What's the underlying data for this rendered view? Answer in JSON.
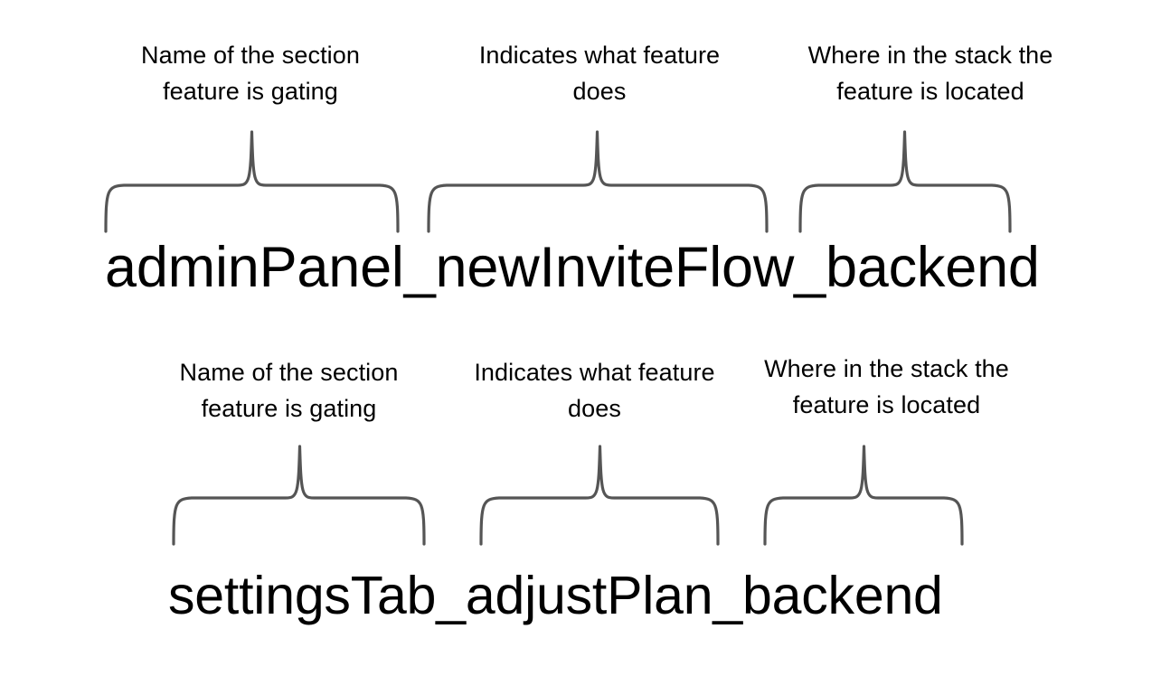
{
  "page": {
    "background_color": "#ffffff",
    "text_color": "#000000",
    "brace_color": "#555555"
  },
  "rows": [
    {
      "id": "row-1",
      "flag_name": "adminPanel_newInviteFlow_backend",
      "segments": [
        {
          "token": "adminPanel",
          "caption": "Name of the section\nfeature is gating"
        },
        {
          "token": "newInviteFlow",
          "caption": "Indicates what feature\ndoes"
        },
        {
          "token": "backend",
          "caption": "Where in the stack the\nfeature is located"
        }
      ]
    },
    {
      "id": "row-2",
      "flag_name": "settingsTab_adjustPlan_backend",
      "segments": [
        {
          "token": "settingsTab",
          "caption": "Name of the section\nfeature is gating"
        },
        {
          "token": "adjustPlan",
          "caption": "Indicates what feature\ndoes"
        },
        {
          "token": "backend",
          "caption": "Where in the stack the\nfeature is located"
        }
      ]
    }
  ]
}
